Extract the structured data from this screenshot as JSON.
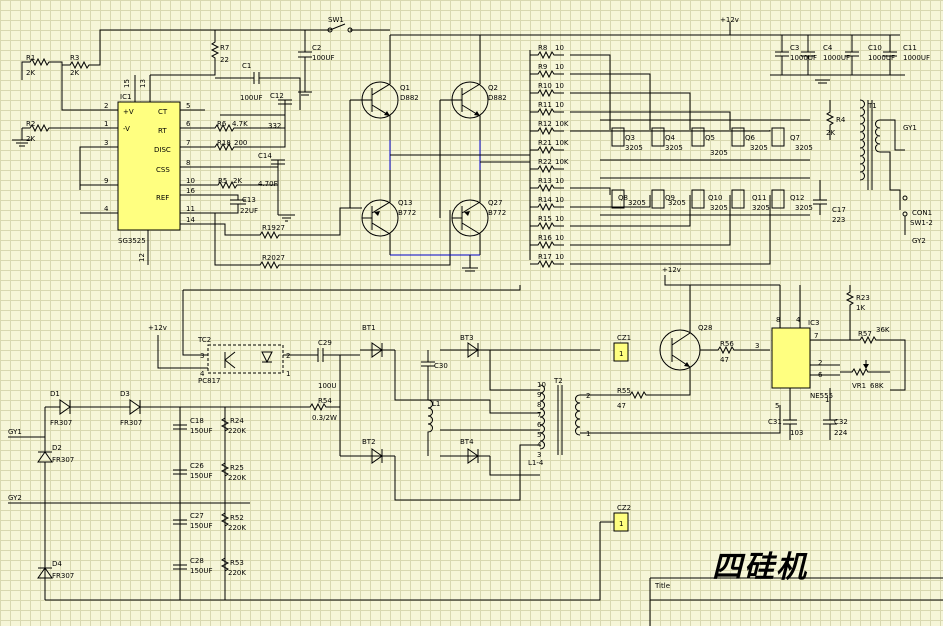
{
  "labels": {
    "sw1": "SW1",
    "vcc_top": "+12v",
    "vcc_mid": "+12v",
    "vcc_tc2": "+12v",
    "r1": "R1",
    "r1v": "2K",
    "r2": "R2",
    "r2v": "2K",
    "r3": "R3",
    "r3v": "2K",
    "r7": "R7",
    "r7v": "22",
    "c1": "C1",
    "c1v": "100UF",
    "c2": "C2",
    "c2v": "100UF",
    "c12": "C12",
    "c12v": "332",
    "r6": "R6",
    "r6v": "4.7K",
    "r18": "R18",
    "r18v": "200",
    "c14": "C14",
    "c14v": "4.70F",
    "r5": "R5",
    "r5v": "2K",
    "c13": "C13",
    "c13v": "22UF",
    "r19": "R19",
    "r19v": "27",
    "r20": "R20",
    "r20v": "27",
    "ic1": "IC1",
    "ic1name": "SG3525",
    "ic1ct": "CT",
    "ic1rt": "RT",
    "ic1disc": "DISC",
    "ic1css": "CSS",
    "ic1ref": "REF",
    "ic1vp": "+V",
    "ic1vm": "-V",
    "q1": "Q1",
    "q1v": "D882",
    "q2": "Q2",
    "q2v": "D882",
    "q13": "Q13",
    "q13v": "B772",
    "q27": "Q27",
    "q27v": "B772",
    "r8": "R8",
    "r9": "R9",
    "r10": "R10",
    "r11": "R11",
    "r12": "R12",
    "r21": "R21",
    "r22": "R22",
    "r13": "R13",
    "r14": "R14",
    "r15": "R15",
    "r16": "R16",
    "r17": "R17",
    "ten": "10",
    "tenk": "10K",
    "q3": "Q3",
    "q4": "Q4",
    "q5": "Q5",
    "q6": "Q6",
    "q7": "Q7",
    "q8": "Q8",
    "q9": "Q9",
    "q10": "Q10",
    "q11": "Q11",
    "q12": "Q12",
    "q3205": "3205",
    "c3": "C3",
    "c4": "C4",
    "c10": "C10",
    "c11": "C11",
    "c1000": "1000UF",
    "r4": "R4",
    "r4v": "2K",
    "t1": "T1",
    "gy1": "GY1",
    "gy1b": "GY1",
    "gy2": "GY2",
    "gy2b": "GY2",
    "c17": "C17",
    "c17v": "223",
    "con1": "CON1",
    "sw12": "SW1-2",
    "tc2": "TC2",
    "pc817": "PC817",
    "c29": "C29",
    "c29v": "100U",
    "bt1": "BT1",
    "bt2": "BT2",
    "bt3": "BT3",
    "bt4": "BT4",
    "c30": "C30",
    "l1": "L1",
    "r54": "R54",
    "r54v": "0.3/2W",
    "cz1": "CZ1",
    "cz2": "CZ2",
    "t2": "T2",
    "l14": "L1-4",
    "q28": "Q28",
    "r56": "R56",
    "r56v": "47",
    "r55": "R55",
    "r55v": "47",
    "ic3": "IC3",
    "ne555": "NE555",
    "r23": "R23",
    "r23v": "1K",
    "r57": "R57",
    "r57v": "36K",
    "vr1": "VR1",
    "vr1v": "68K",
    "c31": "C31",
    "c31v": "103",
    "c32": "C32",
    "c32v": "224",
    "d1": "D1",
    "d2": "D2",
    "d3": "D3",
    "d4": "D4",
    "fr307": "FR307",
    "c18": "C18",
    "c26": "C26",
    "c27": "C27",
    "c28": "C28",
    "c150": "150UF",
    "r24": "R24",
    "r25": "R25",
    "r52": "R52",
    "r53": "R53",
    "r220": "220K",
    "title_label": "Title",
    "title_cn": "四硅机"
  }
}
